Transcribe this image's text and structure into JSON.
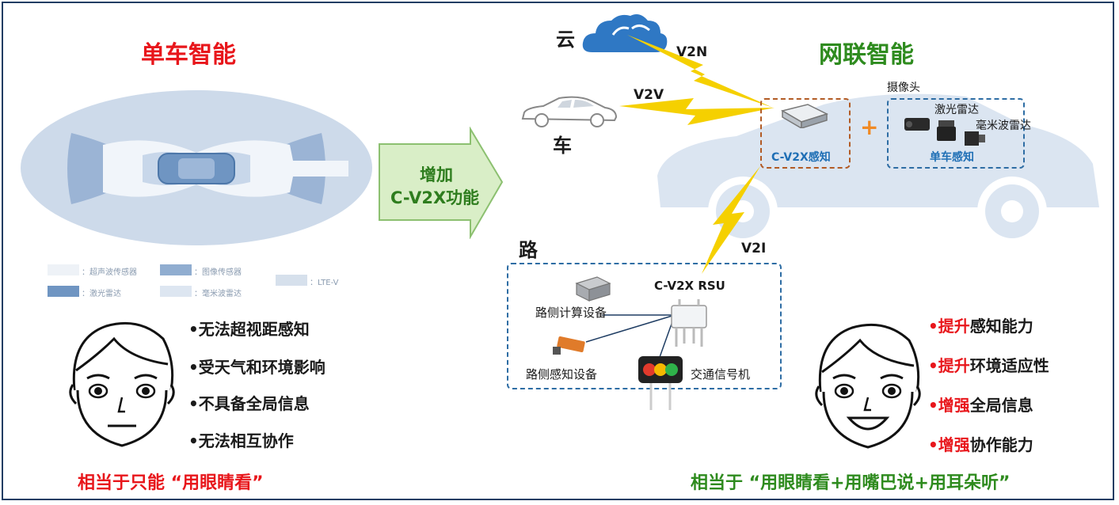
{
  "colors": {
    "red": "#e8161b",
    "green": "#2e8b1e",
    "blue_label": "#1f6fb5",
    "dark": "#1a1a1a",
    "arrow_fill": "#d9eec7",
    "arrow_text": "#2e7d1e",
    "dash_blue": "#2e6da4",
    "dash_orange": "#b25b25",
    "bolt": "#f5d000",
    "car_bg": "#dbe5f1"
  },
  "left": {
    "title": "单车智能",
    "legend": [
      {
        "swatch": "#eef2f7",
        "label": "：超声波传感器"
      },
      {
        "swatch": "#90add0",
        "label": "：图像传感器"
      },
      {
        "swatch": "#d6e0ec",
        "label": "：LTE-V"
      },
      {
        "swatch": "#6f95c2",
        "label": "：激光雷达"
      },
      {
        "swatch": "#dde6f1",
        "label": "：毫米波雷达"
      }
    ],
    "bullets": [
      "•无法超视距感知",
      "•受天气和环境影响",
      "•不具备全局信息",
      "•无法相互协作"
    ],
    "summary": "相当于只能 “用眼睛看”"
  },
  "arrow": {
    "line1": "增加",
    "line2": "C-V2X功能"
  },
  "right": {
    "title": "网联智能",
    "cloud_label": "云",
    "car_label": "车",
    "road_label": "路",
    "v2n": "V2N",
    "v2v": "V2V",
    "v2i": "V2I",
    "cv2x_box": "C-V2X感知",
    "single_box": "单车感知",
    "camera": "摄像头",
    "lidar": "激光雷达",
    "mmwave": "毫米波雷达",
    "rsu": "C-V2X RSU",
    "road_compute": "路侧计算设备",
    "road_sense": "路侧感知设备",
    "traffic_light": "交通信号机",
    "bullets": [
      {
        "hi": "•提升",
        "rest": "感知能力"
      },
      {
        "hi": "•提升",
        "rest": "环境适应性"
      },
      {
        "hi": "•增强",
        "rest": "全局信息"
      },
      {
        "hi": "•增强",
        "rest": "协作能力"
      }
    ],
    "summary": "相当于  “用眼睛看+用嘴巴说+用耳朵听”"
  }
}
